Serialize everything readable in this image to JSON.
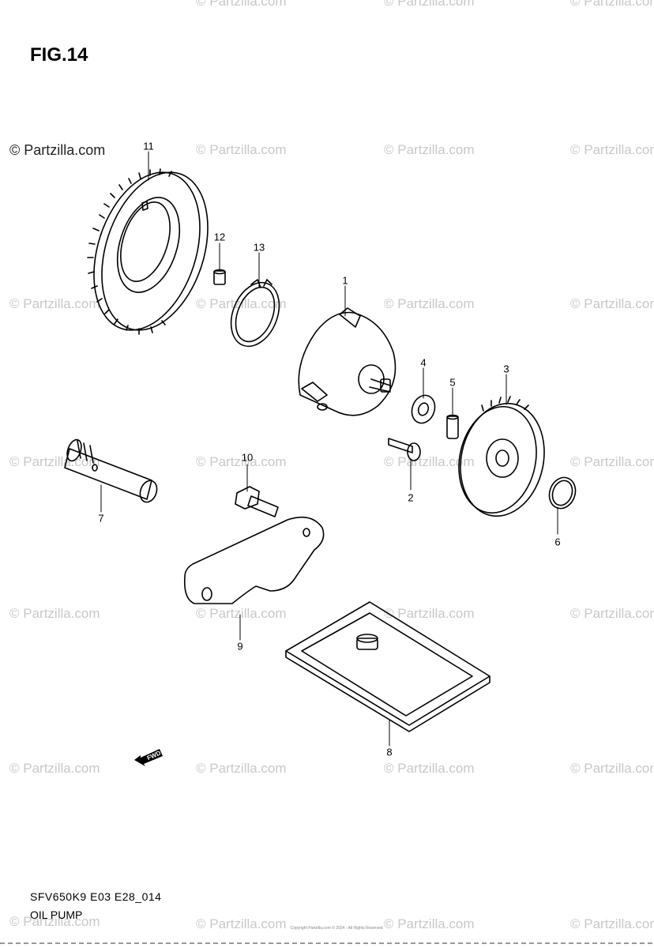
{
  "figure": {
    "title": "FIG.14",
    "code": "SFV650K9 E03 E28_014",
    "subtitle": "OIL PUMP",
    "copyright": "Copyright\nPartzilla.com © 2024 - All Rights Reserved"
  },
  "watermark": {
    "text": "© Partzilla.com"
  },
  "callouts": [
    {
      "id": "1",
      "label": "1"
    },
    {
      "id": "2",
      "label": "2"
    },
    {
      "id": "3",
      "label": "3"
    },
    {
      "id": "4",
      "label": "4"
    },
    {
      "id": "5",
      "label": "5"
    },
    {
      "id": "6",
      "label": "6"
    },
    {
      "id": "7",
      "label": "7"
    },
    {
      "id": "8",
      "label": "8"
    },
    {
      "id": "9",
      "label": "9"
    },
    {
      "id": "10",
      "label": "10"
    },
    {
      "id": "11",
      "label": "11"
    },
    {
      "id": "12",
      "label": "12"
    },
    {
      "id": "13",
      "label": "13"
    }
  ],
  "fwd_label": "FWD",
  "colors": {
    "ink": "#000000",
    "watermark": "#c8c8c8"
  }
}
